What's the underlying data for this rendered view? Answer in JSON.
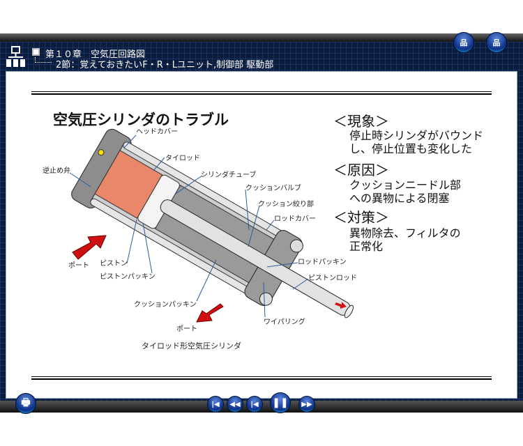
{
  "header": {
    "chapter": "第１０章　空気圧回路図",
    "section": "2節：覚えておきたいF・R・Lユニット,制御部 駆動部"
  },
  "slide": {
    "title": "空気圧シリンダのトラブル",
    "phenomenon_heading": "＜現象＞",
    "phenomenon_lines": [
      "停止時シリンダがバウンド",
      "し、停止位置も変化した"
    ],
    "cause_heading": "＜原因＞",
    "cause_lines": [
      "クッションニードル部",
      "への異物による閉塞"
    ],
    "measure_heading": "＜対策＞",
    "measure_lines": [
      "異物除去、フィルタの",
      "正常化"
    ],
    "diagram": {
      "labels": {
        "head_cover": "ヘッドカバー",
        "tie_rod": "タイロッド",
        "check_valve": "逆止め弁",
        "cylinder_tube": "シリンダチューブ",
        "cushion_valve": "クッションバルブ",
        "cushion_throttle": "クッション絞り部",
        "rod_cover": "ロッドカバー",
        "rod_packing": "ロッドパッキン",
        "piston_rod": "ピストンロッド",
        "port1": "ポート",
        "piston": "ピストン",
        "piston_packing": "ピストンパッキン",
        "cushion_packing": "クッションパッキン",
        "wiper_ring": "ワイパリング",
        "port2": "ポート"
      },
      "caption": "タイロッド形空気圧シリンダ"
    }
  },
  "icons": {
    "header": "sitemap-icon",
    "top_buttons": [
      "sitemap-button",
      "index-button"
    ],
    "bottom": [
      "print-button",
      "first-button",
      "rewind-button",
      "prev-button",
      "pause-button",
      "next-button"
    ]
  },
  "colors": {
    "header_bg": "#0b1c3c",
    "chamber": "#e8876a",
    "arrow": "#d01010"
  }
}
